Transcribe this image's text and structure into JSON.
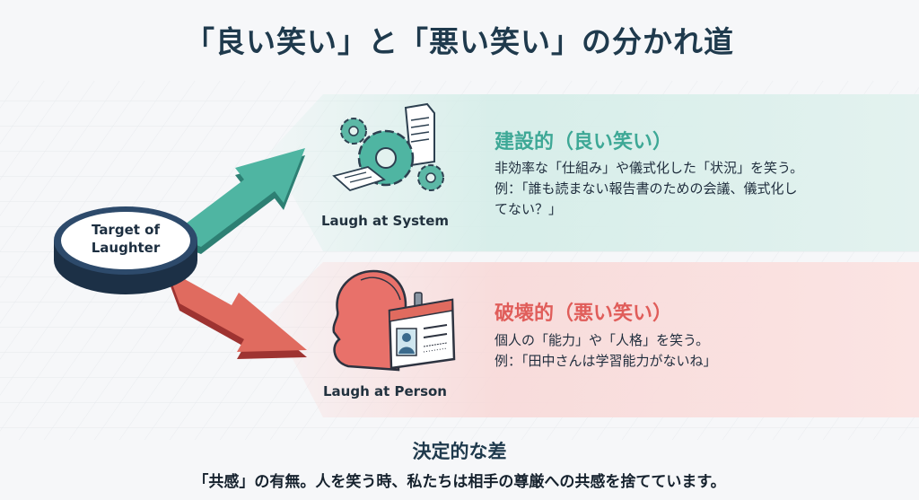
{
  "title": "「良い笑い」と「悪い笑い」の分かれ道",
  "center": {
    "line1": "Target of",
    "line2": "Laughter"
  },
  "good": {
    "heading": "建設的（良い笑い）",
    "line1": "非効率な「仕組み」や儀式化した「状況」を笑う。",
    "line2": "例：「誰も読まない報告書のための会議、儀式化し",
    "line3": "てない？」",
    "caption": "Laugh at System",
    "color": "#3ea896",
    "icon": "gears-document-icon"
  },
  "bad": {
    "heading": "破壊的（悪い笑い）",
    "line1": "個人の「能力」や「人格」を笑う。",
    "line2": "例：「田中さんは学習能力がないね」",
    "caption": "Laugh at Person",
    "color": "#e05d5a",
    "icon": "head-id-card-icon"
  },
  "difference": {
    "title": "決定的な差",
    "body": "「共感」の有無。人を笑う時、私たちは相手の尊厳への共感を捨てています。"
  }
}
